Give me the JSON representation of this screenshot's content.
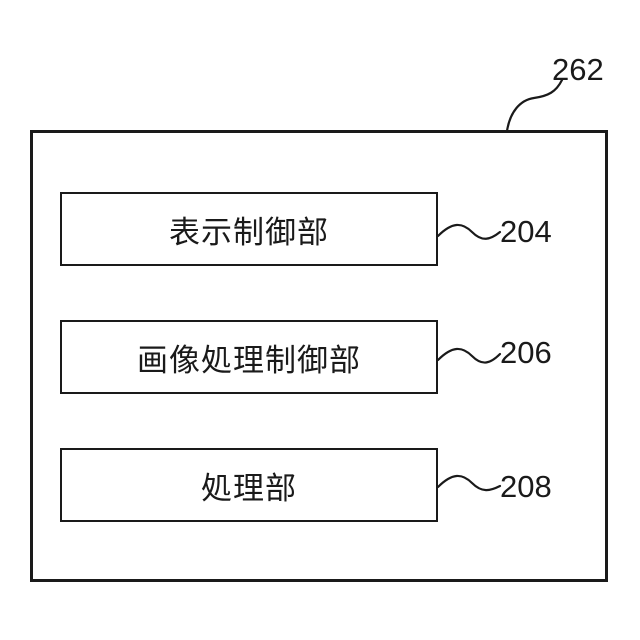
{
  "diagram": {
    "outer": {
      "ref": "262"
    },
    "blocks": [
      {
        "label": "表示制御部",
        "ref": "204"
      },
      {
        "label": "画像処理制御部",
        "ref": "206"
      },
      {
        "label": "処理部",
        "ref": "208"
      }
    ]
  }
}
